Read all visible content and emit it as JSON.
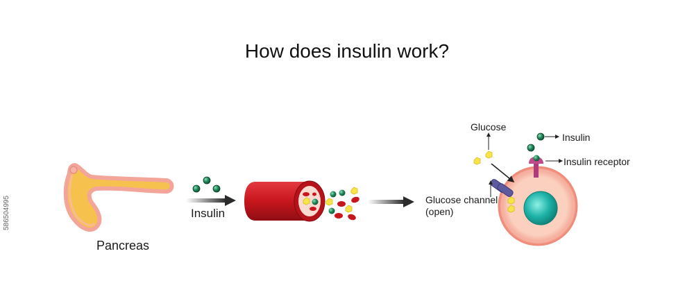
{
  "title": "How does insulin work?",
  "labels": {
    "pancreas": "Pancreas",
    "insulin_arrow": "Insulin",
    "glucose": "Glucose",
    "insulin_legend": "Insulin",
    "insulin_receptor": "Insulin receptor",
    "glucose_channel_line1": "Glucose channel",
    "glucose_channel_line2": "(open)"
  },
  "watermark_id": "586504995",
  "colors": {
    "pancreas": "#f7c955",
    "pancreas_edge": "#f4a8a0",
    "vessel_outer": "#c8161d",
    "vessel_inner": "#8e0e14",
    "vessel_lumen": "#fbdad0",
    "insulin": "#1f8a5a",
    "glucose": "#f7e34a",
    "cell_membrane": "#f39a8a",
    "cell_cytoplasm": "#f9c6b2",
    "nucleus": "#1fb3a8",
    "receptor": "#b03a7a",
    "channel": "#5d5a9e",
    "arrow": "#333333"
  }
}
